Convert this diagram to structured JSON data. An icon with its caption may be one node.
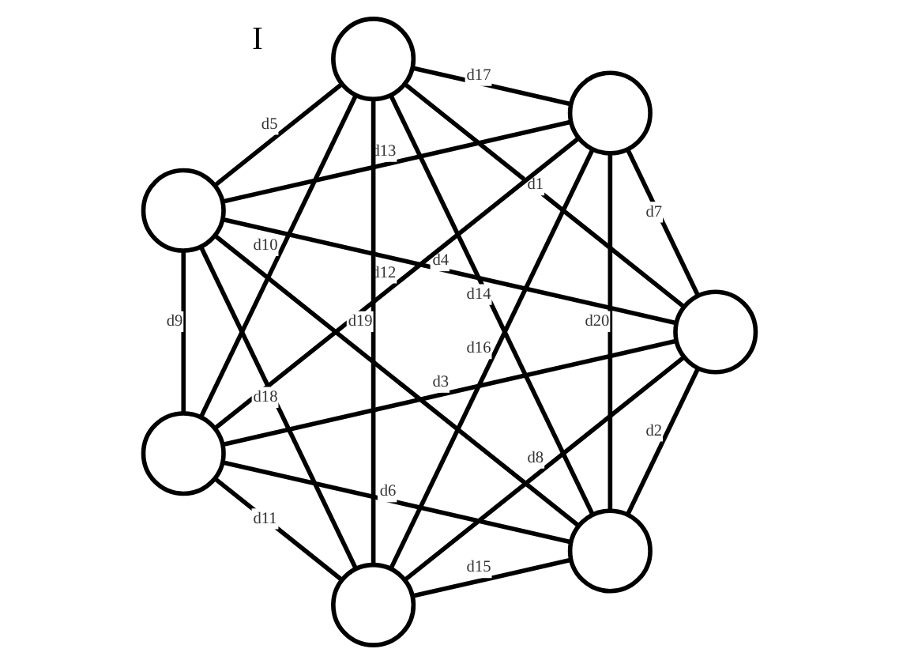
{
  "diagram": {
    "nodes": [
      {
        "text": [],
        "shape": "circle"
      },
      {
        "text": [],
        "shape": "circle"
      },
      {
        "text": [],
        "shape": "circle"
      },
      {
        "text": [],
        "shape": "circle"
      },
      {
        "text": [],
        "shape": "circle"
      },
      {
        "text": [],
        "shape": "circle"
      },
      {
        "text": [],
        "shape": "circle"
      }
    ],
    "edges": [
      {
        "from": 4,
        "to": 2,
        "arrow": "none"
      },
      {
        "from": 4,
        "to": 6,
        "arrow": "none",
        "label": "d20"
      },
      {
        "from": 0,
        "to": 3,
        "arrow": "none",
        "label": "d1"
      },
      {
        "from": 0,
        "to": 4,
        "arrow": "none",
        "label": "d2"
      },
      {
        "from": 0,
        "to": 1,
        "arrow": "none",
        "label": "d3"
      },
      {
        "from": 0,
        "to": 2,
        "arrow": "none",
        "label": "d4"
      },
      {
        "from": 2,
        "to": 3,
        "arrow": "none",
        "label": "d5"
      },
      {
        "from": 1,
        "to": 4,
        "arrow": "none",
        "label": "d6"
      },
      {
        "from": 0,
        "to": 6,
        "arrow": "none",
        "label": "d7"
      },
      {
        "from": 0,
        "to": 5,
        "arrow": "none",
        "label": "d8"
      },
      {
        "from": 1,
        "to": 2,
        "arrow": "none",
        "label": "d9"
      },
      {
        "from": 1,
        "to": 3,
        "arrow": "none",
        "label": "d10"
      },
      {
        "from": 1,
        "to": 5,
        "arrow": "none",
        "label": "d11"
      },
      {
        "from": 1,
        "to": 6,
        "arrow": "none",
        "label": "d12"
      },
      {
        "from": 2,
        "to": 6,
        "arrow": "none",
        "label": "d13"
      },
      {
        "from": 4,
        "to": 3,
        "arrow": "none",
        "label": "d14"
      },
      {
        "from": 4,
        "to": 5,
        "arrow": "none",
        "label": "d15"
      },
      {
        "from": 5,
        "to": 6,
        "arrow": "none",
        "label": "d16"
      },
      {
        "from": 3,
        "to": 6,
        "arrow": "none",
        "label": "d17"
      },
      {
        "from": 2,
        "to": 5,
        "arrow": "none",
        "label": "d18"
      },
      {
        "from": 5,
        "to": 3,
        "arrow": "none",
        "label": "d19"
      }
    ],
    "labels": [
      "I"
    ]
  }
}
